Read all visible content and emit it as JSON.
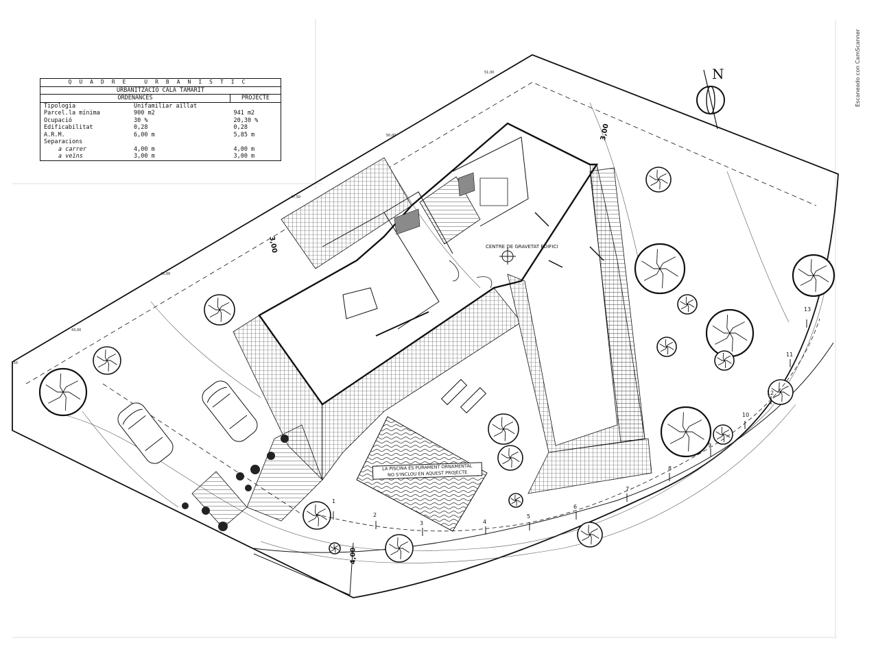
{
  "scanner_mark": "Escaneado con CamScanner",
  "quadre_urbanistic": {
    "title": "QUADRE URBANISTIC",
    "subtitle": "URBANITZACIÓ CALA TAMARIT",
    "col_ordenances": "ORDENANCES",
    "col_projecte": "PROJECTE",
    "rows": [
      {
        "label": "Tipologia",
        "ordenances": "Unifamiliar aïllat",
        "projecte": ""
      },
      {
        "label": "Parcel.la mínima",
        "ordenances": "900 m2",
        "projecte": "941 m2"
      },
      {
        "label": "Ocupació",
        "ordenances": "30 %",
        "projecte": "20,30 %"
      },
      {
        "label": "Edificabilitat",
        "ordenances": "0,28",
        "projecte": "0,28"
      },
      {
        "label": "A.R.M.",
        "ordenances": "6,00 m",
        "projecte": "5,85 m"
      },
      {
        "label": "Separacions",
        "ordenances": "",
        "projecte": ""
      },
      {
        "label": "a carrer",
        "ordenances": "4,00 m",
        "projecte": "4,00 m"
      },
      {
        "label": "a veïns",
        "ordenances": "3,00 m",
        "projecte": "3,00 m"
      }
    ]
  },
  "compass": {
    "north": "N"
  },
  "labels": {
    "centre_gravetat": "CENTRE DE GRAVETAT EDIFICI",
    "piscina_note_1": "LA PISCINA ÉS PURAMENT ORNAMENTAL",
    "piscina_note_2": "NO S'INCLOU EN AQUEST PROJECTE"
  },
  "setbacks": {
    "north": "3,00",
    "west": "3,00",
    "street": "4,00"
  },
  "contours": [
    "51,00",
    "50,00",
    "47,50",
    "45,00",
    "43,00",
    ",50"
  ],
  "survey_points": [
    "1",
    "2",
    "3",
    "4",
    "5",
    "6",
    "7",
    "8",
    "9",
    "10",
    "11",
    "12",
    "13"
  ],
  "colors": {
    "ink": "#111111",
    "paper": "#ffffff",
    "shade": "#8a8a8a"
  }
}
